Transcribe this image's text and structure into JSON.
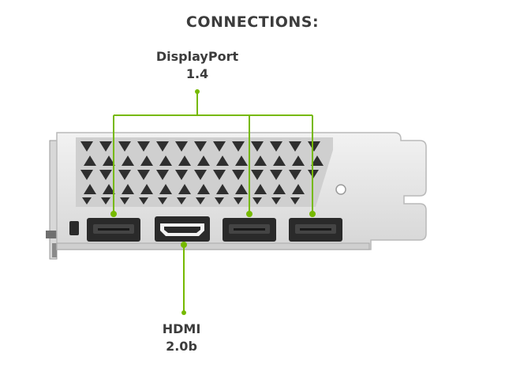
{
  "title": "CONNECTIONS:",
  "displayport": {
    "line1": "DisplayPort",
    "line2": "1.4"
  },
  "hdmi": {
    "line1": "HDMI",
    "line2": "2.0b"
  },
  "colors": {
    "accent_green": "#76b900",
    "bracket": "#e4e4e4",
    "bracket_edge": "#b9b9b9",
    "port": "#2a2a2a",
    "text": "#3c3c3c"
  },
  "icons": [
    "graphics-card-io-bracket",
    "displayport-connector",
    "hdmi-connector"
  ]
}
